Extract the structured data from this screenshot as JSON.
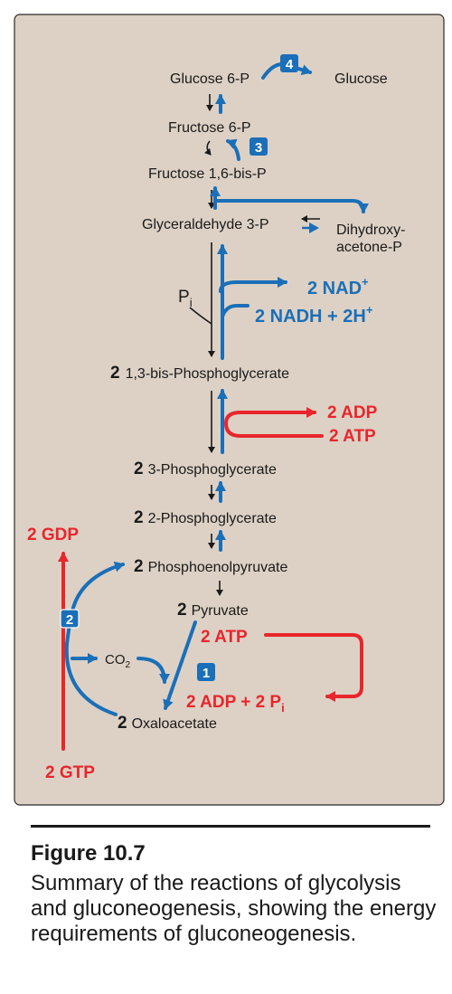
{
  "pathway": {
    "glucose6p": "Glucose 6-P",
    "glucose": "Glucose",
    "fructose6p": "Fructose 6-P",
    "fructose16bisp": "Fructose 1,6-bis-P",
    "glyceraldehyde3p": "Glyceraldehyde 3-P",
    "dhap_line1": "Dihydroxy-",
    "dhap_line2": "acetone-P",
    "pi": "P",
    "pi_sub": "i",
    "bpg_coef": "2",
    "bpg": "1,3-bis-Phosphoglycerate",
    "pg3_coef": "2",
    "pg3": "3-Phosphoglycerate",
    "pg2_coef": "2",
    "pg2": "2-Phosphoglycerate",
    "pep_coef": "2",
    "pep": "Phosphoenolpyruvate",
    "pyr_coef": "2",
    "pyr": "Pyruvate",
    "oaa_coef": "2",
    "oaa": "Oxaloacetate",
    "co2": "CO",
    "co2_sub": "2"
  },
  "cofactors": {
    "nad": "2 NAD",
    "nad_sup": "+",
    "nadh": "2 NADH + 2H",
    "nadh_sup": "+",
    "adp_pgk": "2 ADP",
    "atp_pgk": "2 ATP",
    "gdp": "2 GDP",
    "gtp": "2 GTP",
    "atp_pc": "2 ATP",
    "adp_pc": "2 ADP + 2 P",
    "adp_pc_sub": "i"
  },
  "badges": {
    "b1": "1",
    "b2": "2",
    "b3": "3",
    "b4": "4"
  },
  "caption": {
    "title": "Figure 10.7",
    "body": "Summary of the reactions of glycolysis and gluconeogenesis, showing the energy requirements of gluconeogenesis."
  },
  "colors": {
    "panel": "#ddd1c5",
    "gluconeogenesis": "#1a6fb8",
    "energy": "#e8262c",
    "glycolysis": "#1a1a1a"
  }
}
